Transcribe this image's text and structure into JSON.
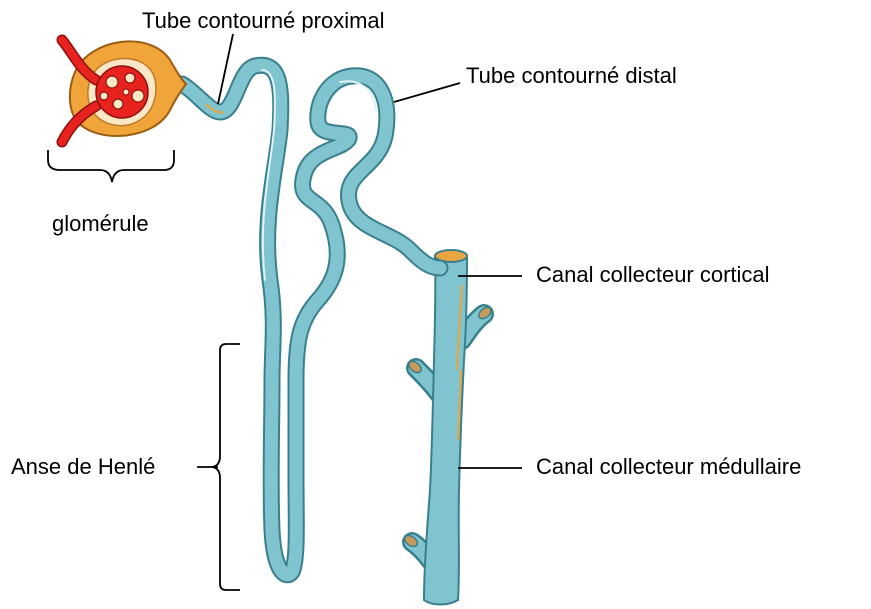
{
  "labels": {
    "proximal_tubule": "Tube contourné proximal",
    "distal_tubule": "Tube contourné distal",
    "glomerulus": "glomérule",
    "cortical_collecting_duct": "Canal collecteur cortical",
    "medullary_collecting_duct": "Canal collecteur médullaire",
    "loop_of_henle": "Anse de Henlé"
  },
  "colors": {
    "tubule_fill": "#7fc4cf",
    "tubule_outline": "#3a7f8c",
    "tubule_highlight": "#dff2f5",
    "capsule_fill": "#f0a53a",
    "capsule_outline": "#9c5d12",
    "capillary_fill": "#e8231f",
    "capillary_outline": "#8c0f0c",
    "duct_inner": "#e9a640",
    "leader_lines": "#000000"
  }
}
